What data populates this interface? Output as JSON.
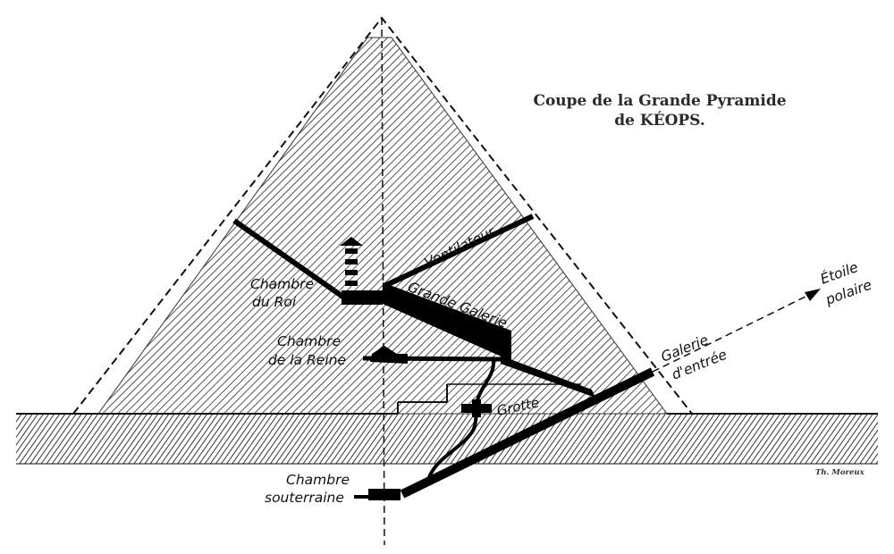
{
  "title": {
    "line1": "Coupe de la Grande Pyramide",
    "line2": "de KÉOPS."
  },
  "labels": {
    "ventilateur": "Ventilateur",
    "chambre_roi_1": "Chambre",
    "chambre_roi_2": "du Roi",
    "grande_galerie": "Grande Galerie",
    "chambre_reine_1": "Chambre",
    "chambre_reine_2": "de la Reine",
    "galerie_entree_1": "Galerie",
    "galerie_entree_2": "d'entrée",
    "etoile_1": "Étoile",
    "etoile_2": "polaire",
    "grotte": "Grotte",
    "chambre_sout_1": "Chambre",
    "chambre_sout_2": "souterraine"
  },
  "signature": "Th. Moreux"
}
